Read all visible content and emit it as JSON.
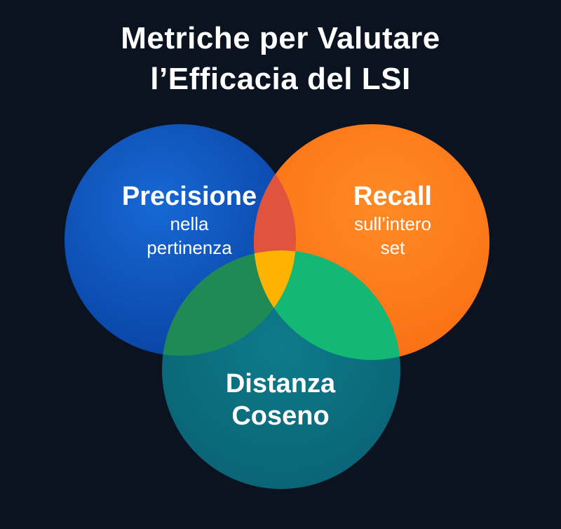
{
  "title": {
    "line1": "Metriche per Valutare",
    "line2": "l’Efficacia del LSI"
  },
  "circles": {
    "precision": {
      "main": "Precisione",
      "sub1": "nella",
      "sub2": "pertinenza",
      "color": "#0a4fb5"
    },
    "recall": {
      "main": "Recall",
      "sub1": "sull’intero",
      "sub2": "set",
      "color": "#ff7a1a"
    },
    "cosine": {
      "main1": "Distanza",
      "main2": "Coseno",
      "color": "#0a6e80"
    }
  },
  "colors": {
    "background": "#0b1220",
    "overlap_precision_recall": "#e0533f",
    "overlap_precision_cosine": "#1f8a55",
    "overlap_recall_cosine": "#12b874",
    "overlap_center": "#ffb300"
  }
}
